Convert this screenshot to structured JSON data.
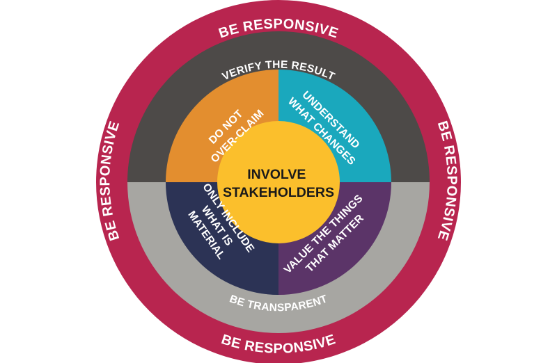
{
  "outer_ring": {
    "top_label": "BE RESPONSIVE",
    "bottom_label": "BE RESPONSIVE",
    "left_label": "BE RESPONSIVE",
    "right_label": "BE RESPONSIVE"
  },
  "bands": {
    "top_label": "VERIFY THE RESULT",
    "bottom_label": "BE TRANSPARENT"
  },
  "quadrants": {
    "top_left": {
      "line1": "DO NOT",
      "line2": "OVER-CLAIM"
    },
    "top_right": {
      "line1": "UNDERSTAND",
      "line2": "WHAT CHANGES"
    },
    "bottom_left": {
      "line1": "ONLY INCLUDE",
      "line2": "WHAT IS",
      "line3": "MATERIAL"
    },
    "bottom_right": {
      "line1": "VALUE THE THINGS",
      "line2": "THAT MATTER"
    }
  },
  "center": {
    "line1": "INVOLVE",
    "line2": "STAKEHOLDERS"
  },
  "colors": {
    "outer_ring": "#b8254f",
    "top_band": "#4d4a48",
    "bottom_band": "#a7a6a2",
    "quadrant_top_left": "#e38e2f",
    "quadrant_top_right": "#1aa8bd",
    "quadrant_bottom_left": "#2c3355",
    "quadrant_bottom_right": "#5b3468",
    "center": "#fbbf2c"
  }
}
